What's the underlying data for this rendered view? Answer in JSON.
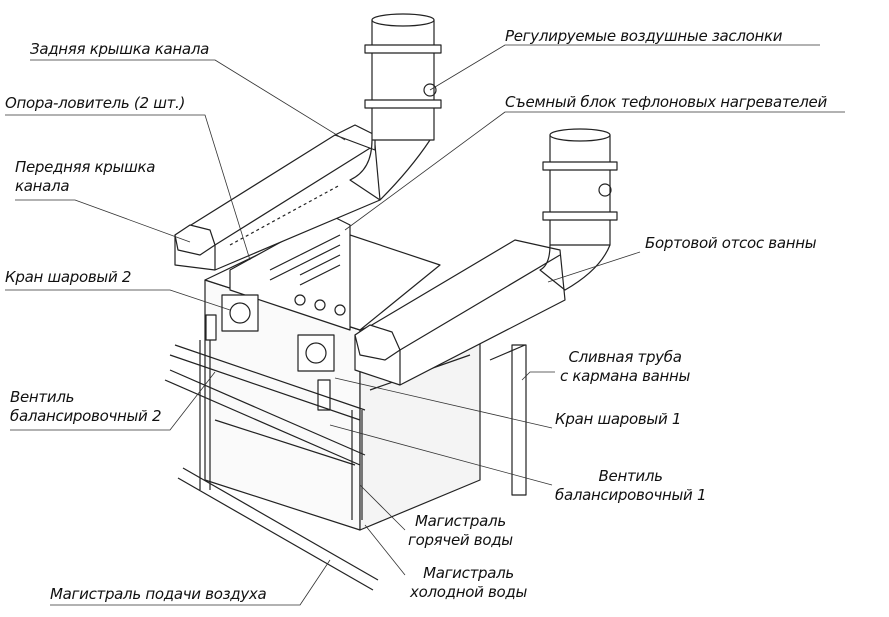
{
  "labels": {
    "rear_cover": "Задняя крышка канала",
    "support": "Опора-ловитель (2 шт.)",
    "front_cover_1": "Передняя крышка",
    "front_cover_2": "канала",
    "ball_valve_2": "Кран шаровый 2",
    "balance_valve_2_1": "Вентиль",
    "balance_valve_2_2": "балансировочный 2",
    "air_main": "Магистраль подачи воздуха",
    "hot_main_1": "Магистраль",
    "hot_main_2": "горячей воды",
    "cold_main_1": "Магистраль",
    "cold_main_2": "холодной воды",
    "balance_valve_1_1": "Вентиль",
    "balance_valve_1_2": "балансировочный 1",
    "ball_valve_1": "Кран шаровый 1",
    "drain_1": "Сливная труба",
    "drain_2": "с кармана ванны",
    "side_exhaust": "Бортовой отсос ванны",
    "heater_block": "Съемный блок тефлоновых нагревателей",
    "dampers": "Регулируемые воздушные заслонки"
  }
}
